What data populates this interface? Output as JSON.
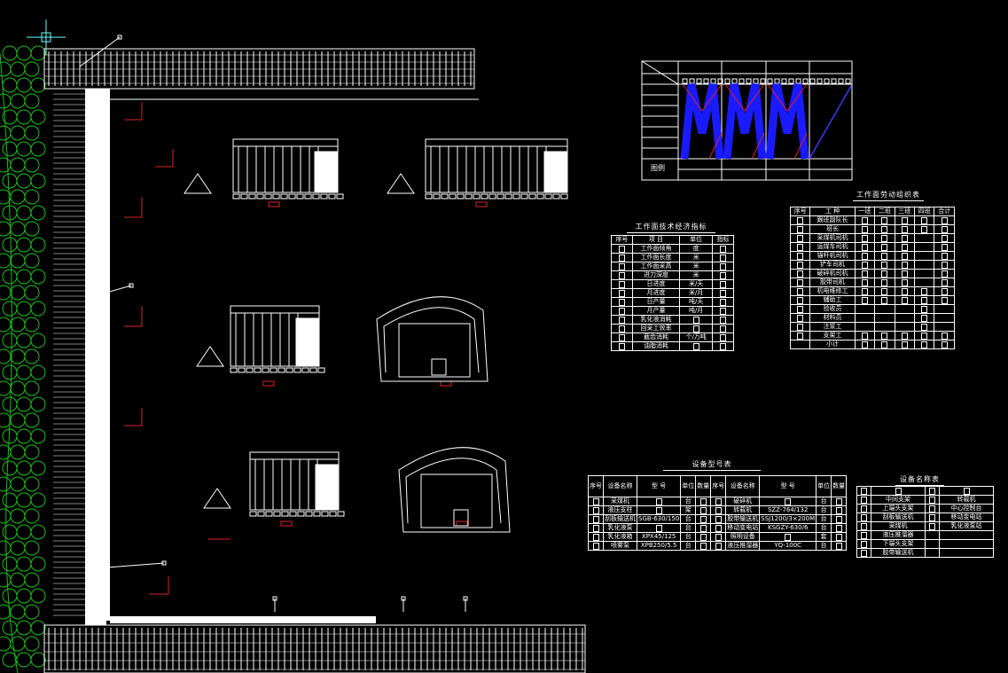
{
  "colors": {
    "background": "#000000",
    "lines": "#ffffff",
    "rock": "#19c019",
    "marker": "#e02020",
    "chart_fill": "#1a1aff"
  },
  "tech_table": {
    "title": "工作面技术经济指标",
    "headers": [
      "序号",
      "项 目",
      "单位",
      "指标"
    ],
    "rows": [
      {
        "name": "工作面倾角",
        "unit": "度"
      },
      {
        "name": "工作面长度",
        "unit": "米"
      },
      {
        "name": "工作面采高",
        "unit": "米"
      },
      {
        "name": "进刀深度",
        "unit": "米"
      },
      {
        "name": "日进度",
        "unit": "米/天"
      },
      {
        "name": "月进度",
        "unit": "米/月"
      },
      {
        "name": "日产量",
        "unit": "吨/天"
      },
      {
        "name": "月产量",
        "unit": "吨/月"
      },
      {
        "name": "乳化液消耗",
        "unit": ""
      },
      {
        "name": "回采工效率",
        "unit": ""
      },
      {
        "name": "截齿消耗",
        "unit": "个/万吨"
      },
      {
        "name": "油脂消耗",
        "unit": ""
      }
    ]
  },
  "labor_table": {
    "title": "工作面劳动组织表",
    "headers": [
      "序号",
      "工 种",
      "一班",
      "二班",
      "三班",
      "四班",
      "合计"
    ],
    "rows": [
      "跟班副队长",
      "班长",
      "采煤机司机",
      "运煤车司机",
      "锚杆机司机",
      "铲车司机",
      "破碎机司机",
      "胶带司机",
      "机电维修工",
      "辅助工",
      "验收员",
      "材料员",
      "注浆工",
      "支架工"
    ],
    "total_label": "小计"
  },
  "equipment_model_table": {
    "title": "设备型号表",
    "headers": [
      "序号",
      "设备名称",
      "型 号",
      "单位",
      "数量",
      "序号",
      "设备名称",
      "型 号",
      "单位",
      "数量"
    ],
    "rows": [
      {
        "l_name": "采煤机",
        "l_model": "",
        "l_unit": "台",
        "r_name": "破碎机",
        "r_model": "",
        "r_unit": "台"
      },
      {
        "l_name": "液压支柱",
        "l_model": "",
        "l_unit": "架",
        "r_name": "转载机",
        "r_model": "SZZ-764/132",
        "r_unit": "台"
      },
      {
        "l_name": "刮板输送机",
        "l_model": "SGB-630/150",
        "l_unit": "台",
        "r_name": "胶带输送机",
        "r_model": "SSJ1200/3×200M",
        "r_unit": "台"
      },
      {
        "l_name": "乳化液泵",
        "l_model": "",
        "l_unit": "台",
        "r_name": "移动变电站",
        "r_model": "KSGZY-630/6",
        "r_unit": "台"
      },
      {
        "l_name": "乳化液箱",
        "l_model": "XPX45/125",
        "l_unit": "台",
        "r_name": "照明设备",
        "r_model": "",
        "r_unit": "套"
      },
      {
        "l_name": "喷雾泵",
        "l_model": "XPB250/5.5",
        "l_unit": "台",
        "r_name": "液压推溜器",
        "r_model": "YQ-100C",
        "r_unit": "台"
      }
    ]
  },
  "equipment_name_table": {
    "title": "设备名称表",
    "rows": [
      {
        "left": "中间支架",
        "right": "转载机"
      },
      {
        "left": "上端头支架",
        "right": "中心控制台"
      },
      {
        "left": "刮板输送机",
        "right": "移动变电站"
      },
      {
        "left": "采煤机",
        "right": "乳化液泵站"
      },
      {
        "left": "液压推溜器",
        "right": ""
      },
      {
        "left": "下端头支架",
        "right": ""
      },
      {
        "left": "胶带输送机",
        "right": ""
      }
    ]
  },
  "cycle_chart": {
    "legend_label": "图例"
  }
}
